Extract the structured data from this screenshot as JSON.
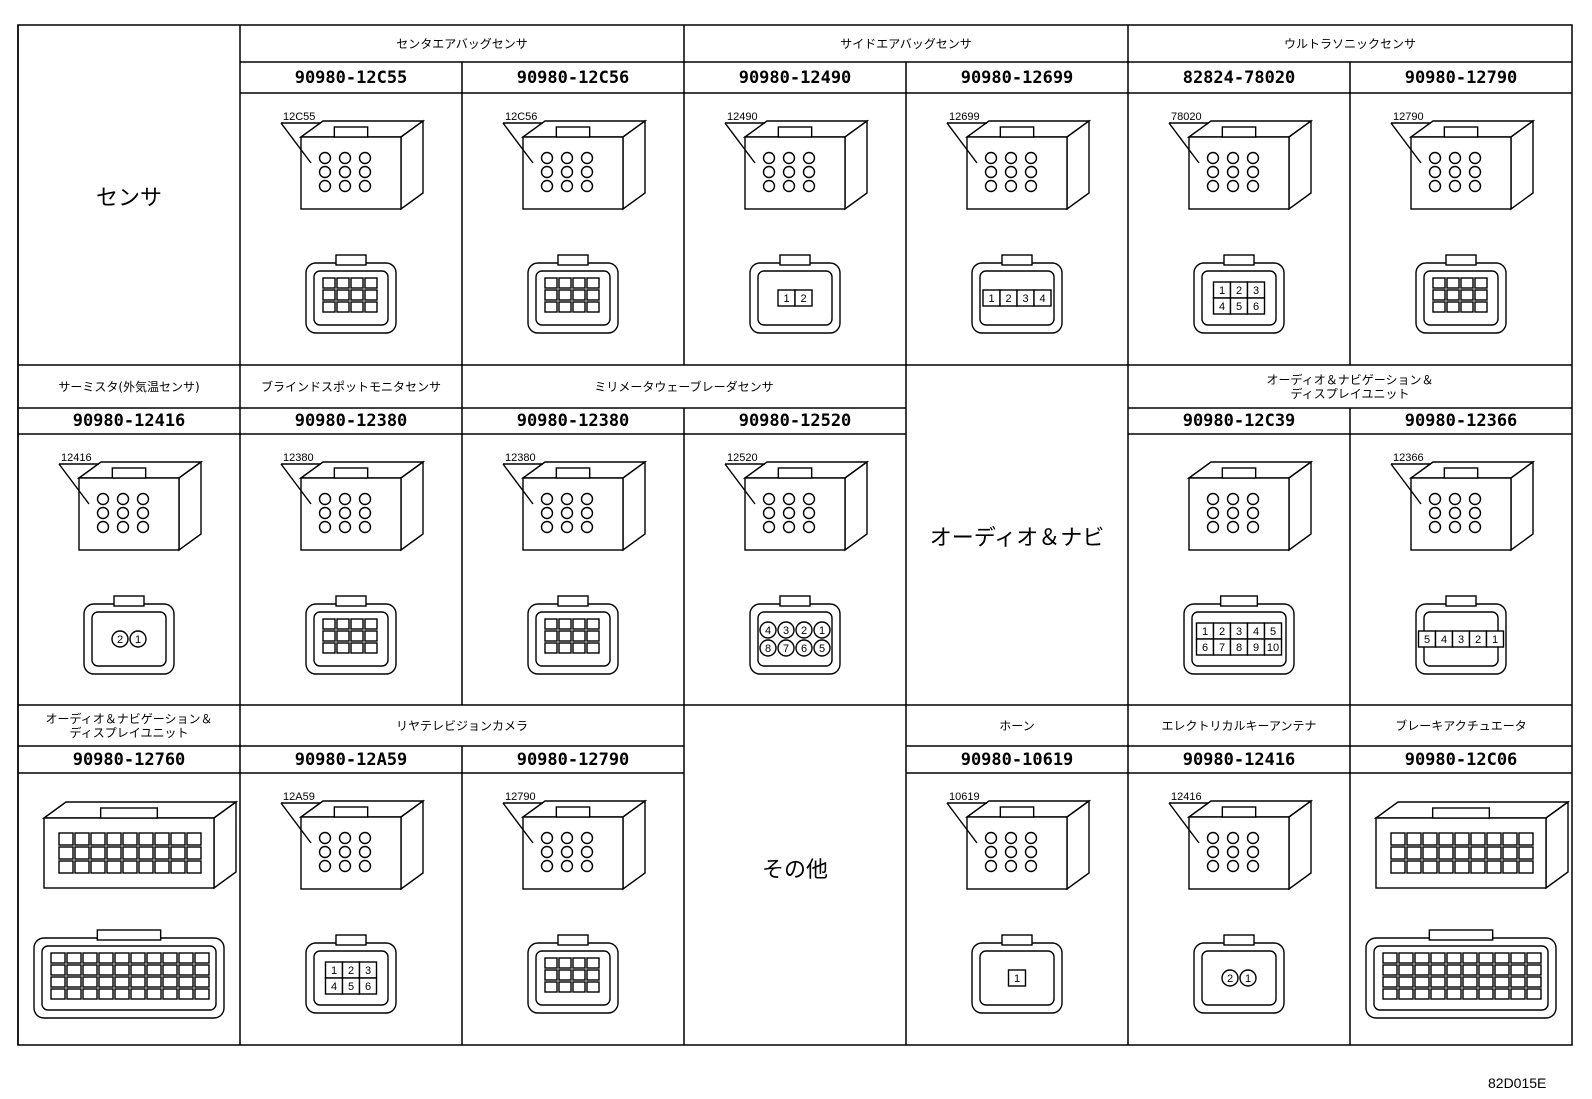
{
  "rows": [
    {
      "side_label": "センサ",
      "groups": [
        {
          "title": "センタエアバッグセンサ"
        },
        {
          "title": "サイドエアバッグセンサ"
        },
        {
          "title": "ウルトラソニックセンサ"
        }
      ],
      "cells": [
        {
          "part": "90980-12C55",
          "callout": "12C55",
          "pins": []
        },
        {
          "part": "90980-12C56",
          "callout": "12C56",
          "pins": []
        },
        {
          "part": "90980-12490",
          "callout": "12490",
          "pins": [
            "1",
            "2"
          ]
        },
        {
          "part": "90980-12699",
          "callout": "12699",
          "pins": [
            "1",
            "2",
            "3",
            "4"
          ]
        },
        {
          "part": "82824-78020",
          "callout": "78020",
          "pins": [
            "1",
            "2",
            "3",
            "4",
            "5",
            "6"
          ]
        },
        {
          "part": "90980-12790",
          "callout": "12790",
          "pins": []
        }
      ]
    },
    {
      "groups": [
        {
          "title": "サーミスタ(外気温センサ)"
        },
        {
          "title": "ブラインドスポットモニタセンサ"
        },
        {
          "title": "ミリメータウェーブレーダセンサ"
        },
        {
          "title": "オーディオ＆ナビゲーション＆\nディスプレイユニット"
        }
      ],
      "center_label": "オーディオ＆ナビ",
      "cells": [
        {
          "part": "90980-12416",
          "callout": "12416",
          "pins": [
            "2",
            "1"
          ]
        },
        {
          "part": "90980-12380",
          "callout": "12380",
          "pins": []
        },
        {
          "part": "90980-12380",
          "callout": "12380",
          "pins": []
        },
        {
          "part": "90980-12520",
          "callout": "12520",
          "pins": [
            "4",
            "3",
            "2",
            "1",
            "8",
            "7",
            "6",
            "5"
          ]
        },
        {
          "part": "90980-12C39",
          "callout": "",
          "pins": [
            "1",
            "2",
            "3",
            "4",
            "5",
            "6",
            "7",
            "8",
            "9",
            "10"
          ]
        },
        {
          "part": "90980-12366",
          "callout": "12366",
          "pins": [
            "5",
            "4",
            "3",
            "2",
            "1"
          ]
        }
      ]
    },
    {
      "groups": [
        {
          "title": "オーディオ＆ナビゲーション＆\nディスプレイユニット"
        },
        {
          "title": "リヤテレビジョンカメラ"
        },
        {
          "title": "ホーン"
        },
        {
          "title": "エレクトリカルキーアンテナ"
        },
        {
          "title": "ブレーキアクチュエータ"
        }
      ],
      "center_label": "その他",
      "cells": [
        {
          "part": "90980-12760",
          "callout": "",
          "pins": []
        },
        {
          "part": "90980-12A59",
          "callout": "12A59",
          "pins": [
            "1",
            "2",
            "3",
            "4",
            "5",
            "6"
          ]
        },
        {
          "part": "90980-12790",
          "callout": "12790",
          "pins": []
        },
        {
          "part": "90980-10619",
          "callout": "10619",
          "pins": [
            "1"
          ]
        },
        {
          "part": "90980-12416",
          "callout": "12416",
          "pins": [
            "2",
            "1"
          ]
        },
        {
          "part": "90980-12C06",
          "callout": "",
          "pins": []
        }
      ]
    }
  ],
  "figure_code": "82D015E"
}
